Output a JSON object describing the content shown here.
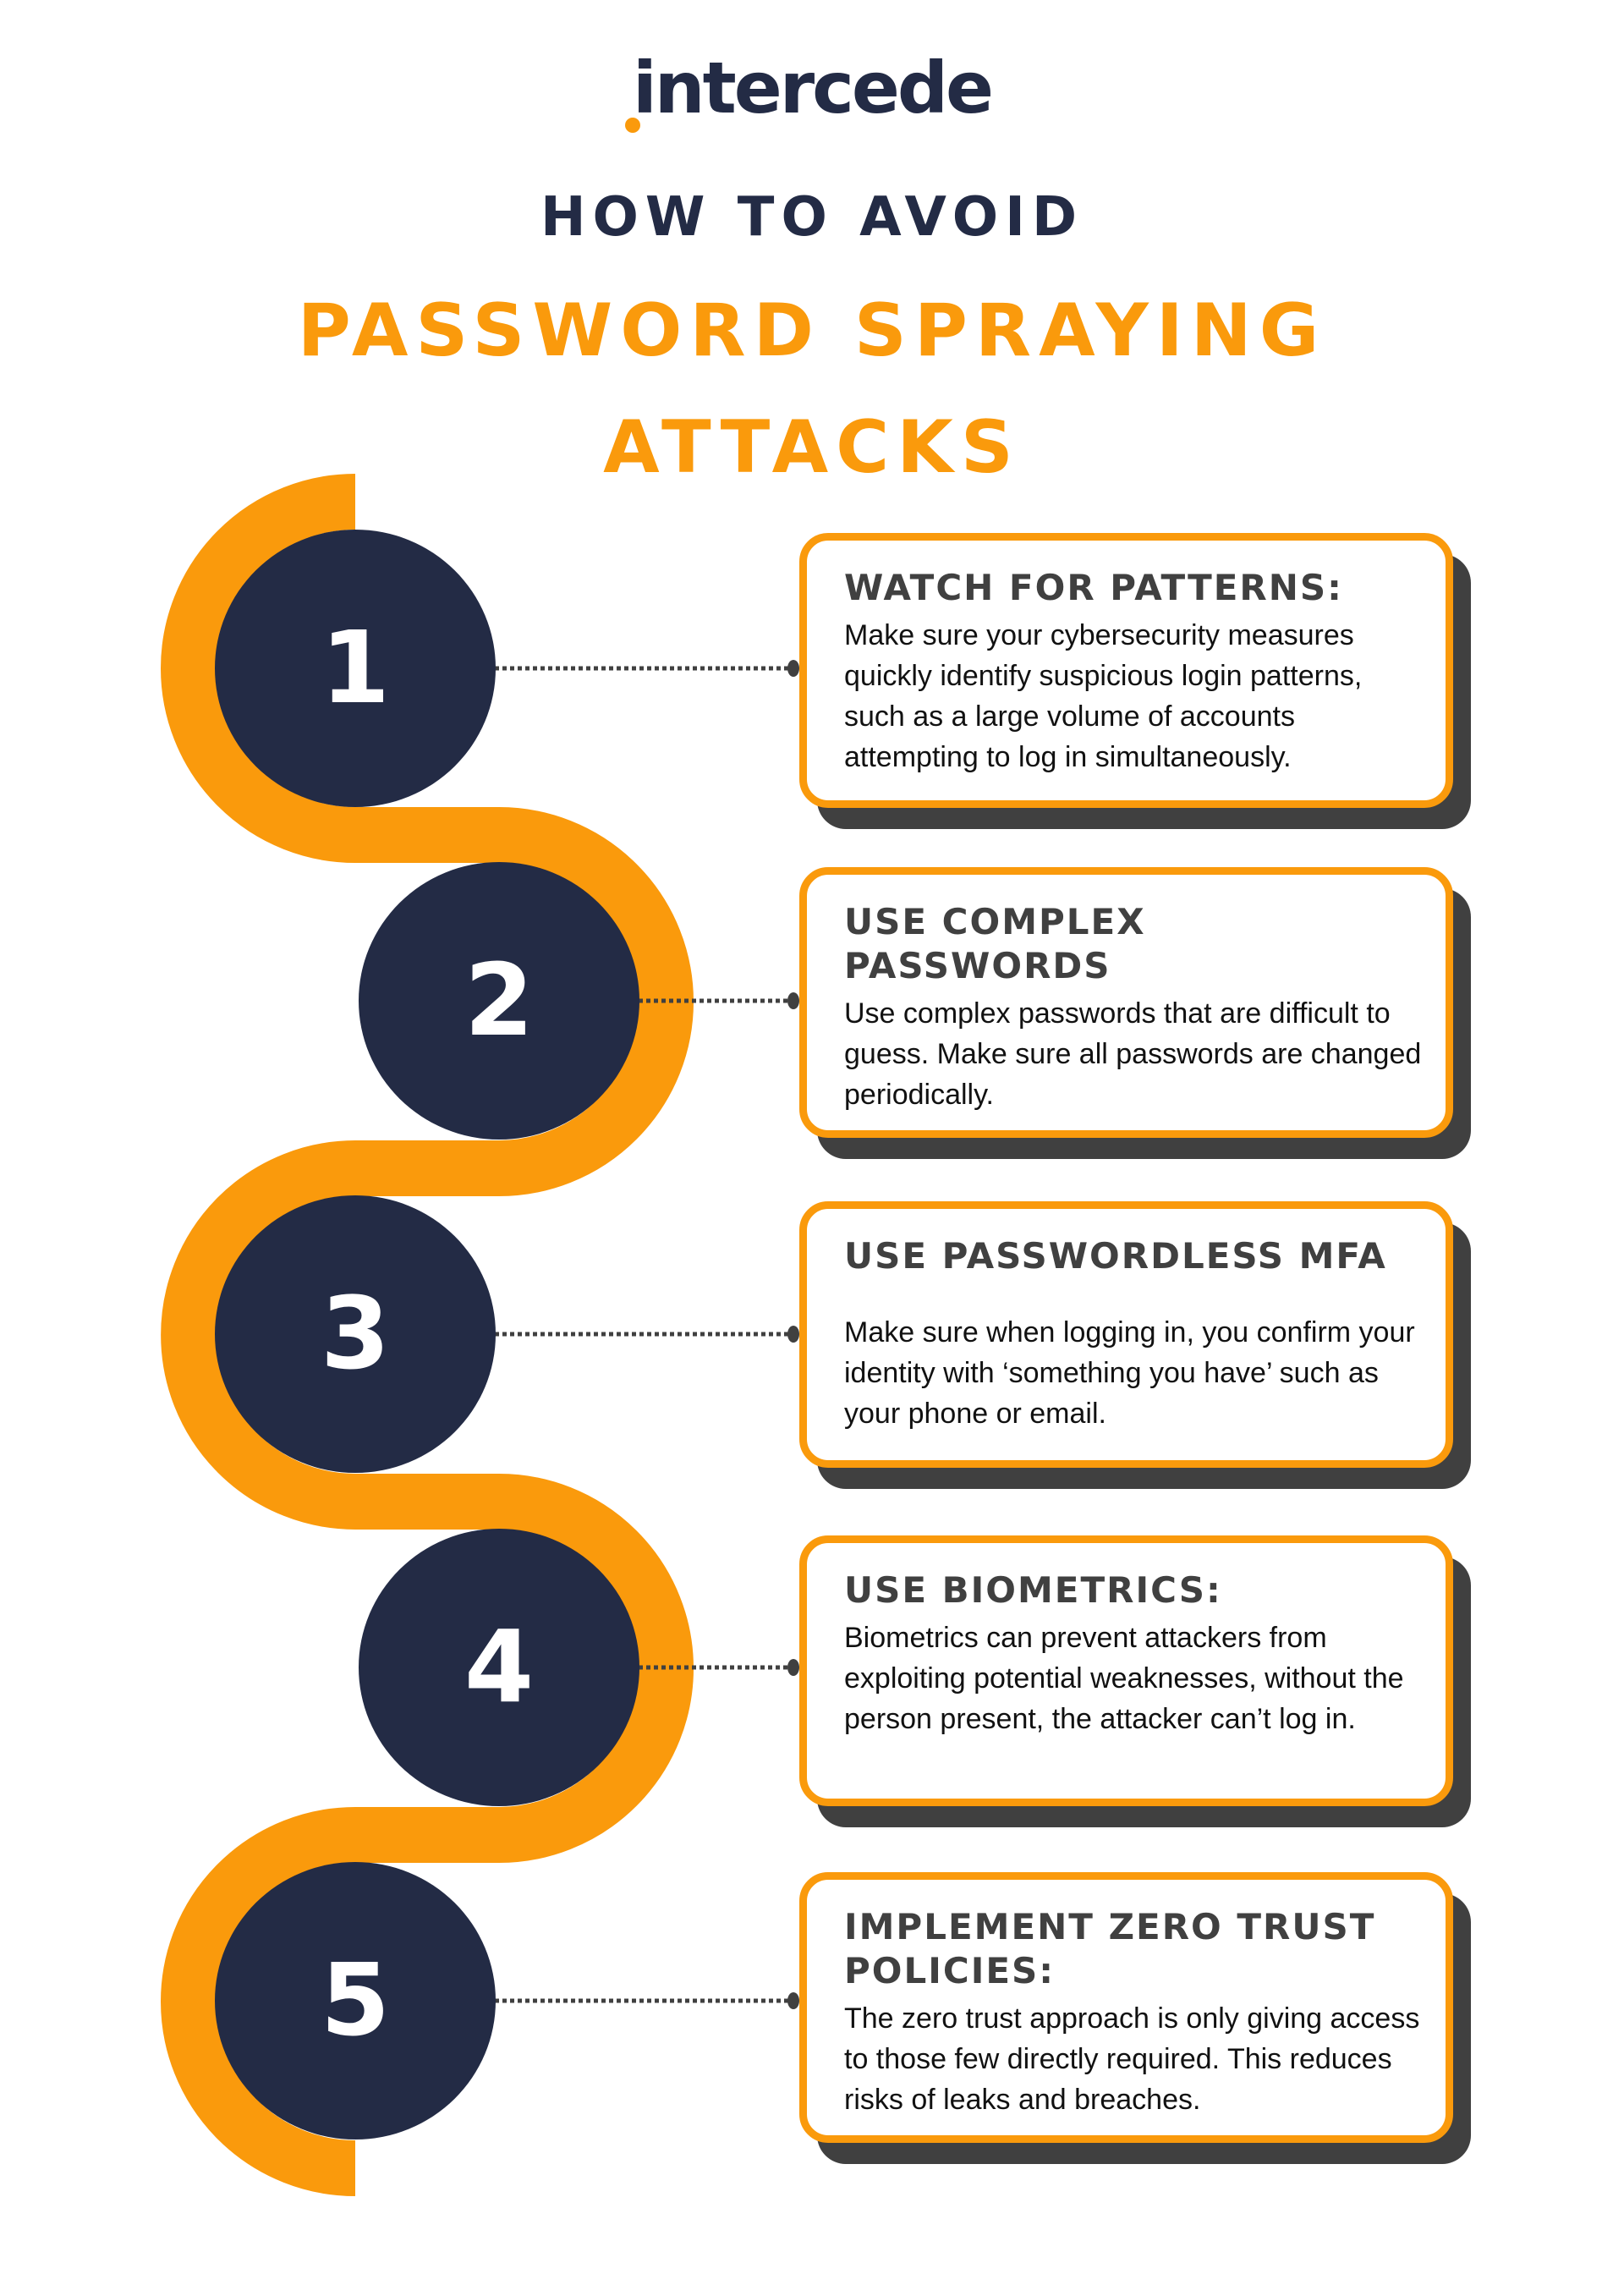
{
  "brand": {
    "logo_text": "intercede",
    "colors": {
      "navy": "#232b45",
      "orange": "#fa9a0c",
      "shadow": "#404040",
      "text": "#111111"
    }
  },
  "header": {
    "kicker": "HOW TO AVOID",
    "title_line1": "PASSWORD SPRAYING",
    "title_line2": "ATTACKS"
  },
  "steps": [
    {
      "number": "1",
      "title": "WATCH FOR PATTERNS:",
      "body": "Make sure your cybersecurity measures quickly identify suspicious login patterns, such as a large volume of accounts attempting to log in simultaneously."
    },
    {
      "number": "2",
      "title": "USE COMPLEX PASSWORDS",
      "body": "Use complex passwords that are difficult to guess. Make sure all passwords are changed periodically."
    },
    {
      "number": "3",
      "title": "USE PASSWORDLESS MFA",
      "body": "Make sure when logging in, you confirm your identity with ‘something you have’ such as your phone or email."
    },
    {
      "number": "4",
      "title": "USE BIOMETRICS:",
      "body": "Biometrics can prevent attackers from exploiting potential weaknesses, without the person present, the attacker can’t log in."
    },
    {
      "number": "5",
      "title": "IMPLEMENT ZERO TRUST POLICIES:",
      "body": "The zero trust approach is only giving access to those few directly required. This reduces risks of leaks and breaches."
    }
  ]
}
